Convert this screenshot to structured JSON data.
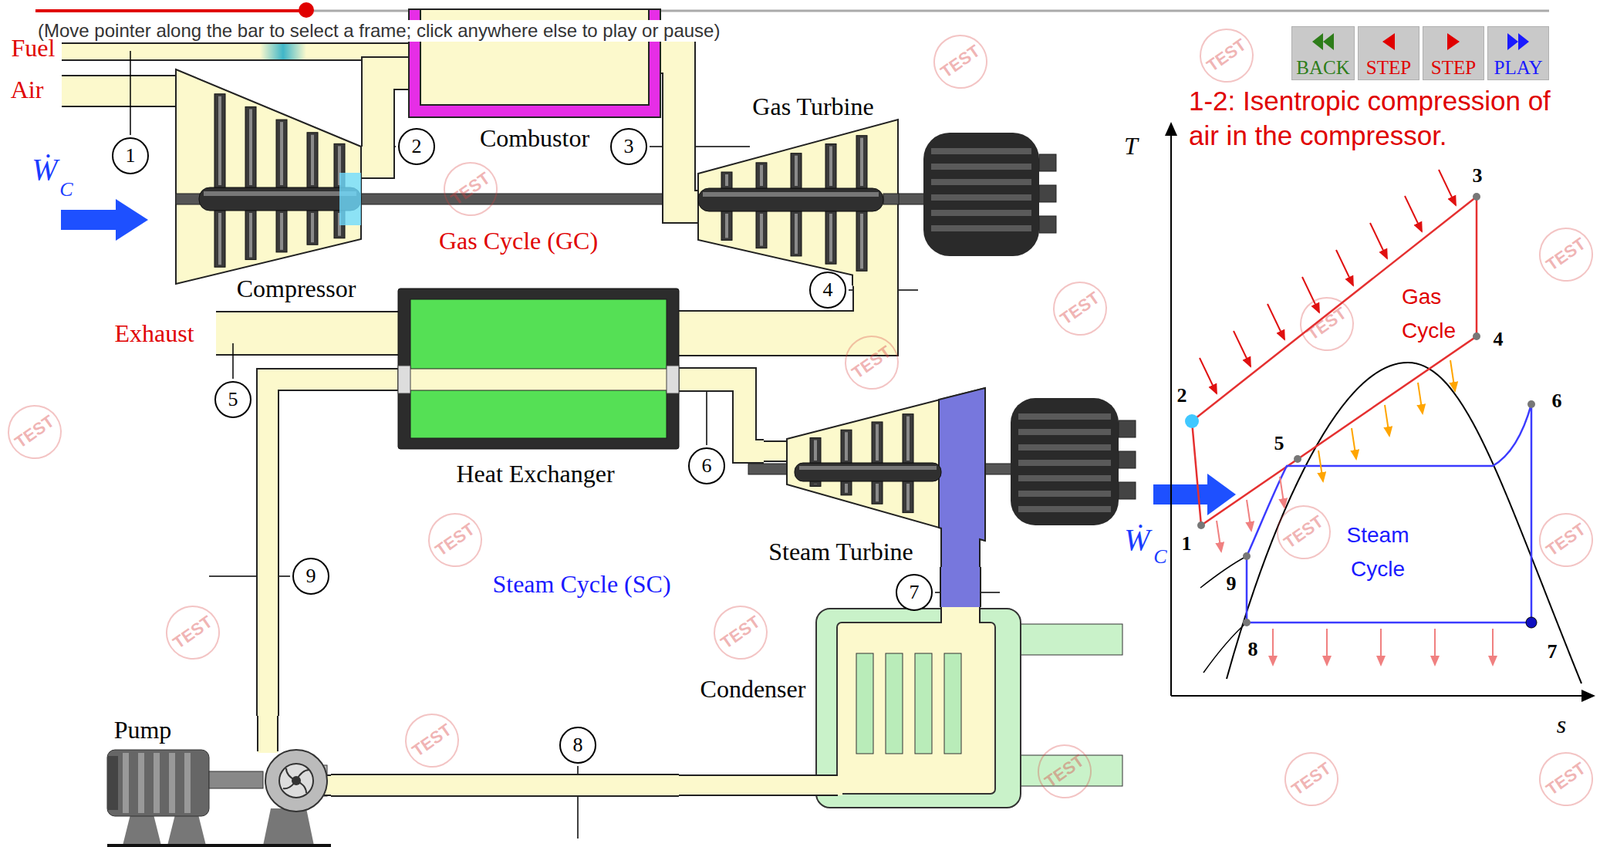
{
  "diagram": {
    "nodes": [
      {
        "text": [
          "BACK"
        ]
      },
      {
        "text": [
          "STEP"
        ]
      },
      {
        "text": [
          "STEP"
        ]
      },
      {
        "text": [
          "PLAY"
        ]
      },
      {
        "text": [
          "Combustor"
        ]
      },
      {
        "text": [
          "Gas Turbine"
        ]
      },
      {
        "text": [
          "Compressor"
        ]
      },
      {
        "text": [
          "Heat Exchanger"
        ]
      },
      {
        "text": [
          "Steam Turbine"
        ]
      },
      {
        "text": [
          "Condenser"
        ]
      },
      {
        "text": [
          "Pump"
        ]
      }
    ],
    "edges": [
      {
        "from": 6,
        "to": 4,
        "arrow": "none"
      },
      {
        "from": 4,
        "to": 5,
        "arrow": "none"
      },
      {
        "from": 5,
        "to": 7,
        "arrow": "none"
      },
      {
        "from": 7,
        "to": 8,
        "arrow": "none"
      },
      {
        "from": 8,
        "to": 9,
        "arrow": "none"
      },
      {
        "from": 9,
        "to": 10,
        "arrow": "none"
      },
      {
        "from": 10,
        "to": 7,
        "arrow": "none"
      }
    ],
    "labels": [
      "(Move pointer along the bar to select a frame; click anywhere else to play or pause)",
      "1-2: Isentropic compression of air in the compressor.",
      "Fuel",
      "Air",
      "1",
      "2",
      "3",
      "4",
      "5",
      "6",
      "7",
      "8",
      "9",
      "Ẇ",
      "C",
      "Gas Cycle (GC)",
      "Exhaust",
      "Steam Cycle (SC)",
      "T",
      "s",
      "1",
      "2",
      "3",
      "4",
      "5",
      "6",
      "7",
      "8",
      "9",
      "Gas Cycle",
      "Steam Cycle",
      "Ẇ",
      "C",
      "TEST",
      "TEST",
      "TEST",
      "TEST",
      "TEST",
      "TEST",
      "TEST",
      "TEST",
      "TEST",
      "TEST",
      "TEST",
      "TEST",
      "TEST",
      "TEST",
      "TEST",
      "TEST",
      "TEST"
    ]
  }
}
